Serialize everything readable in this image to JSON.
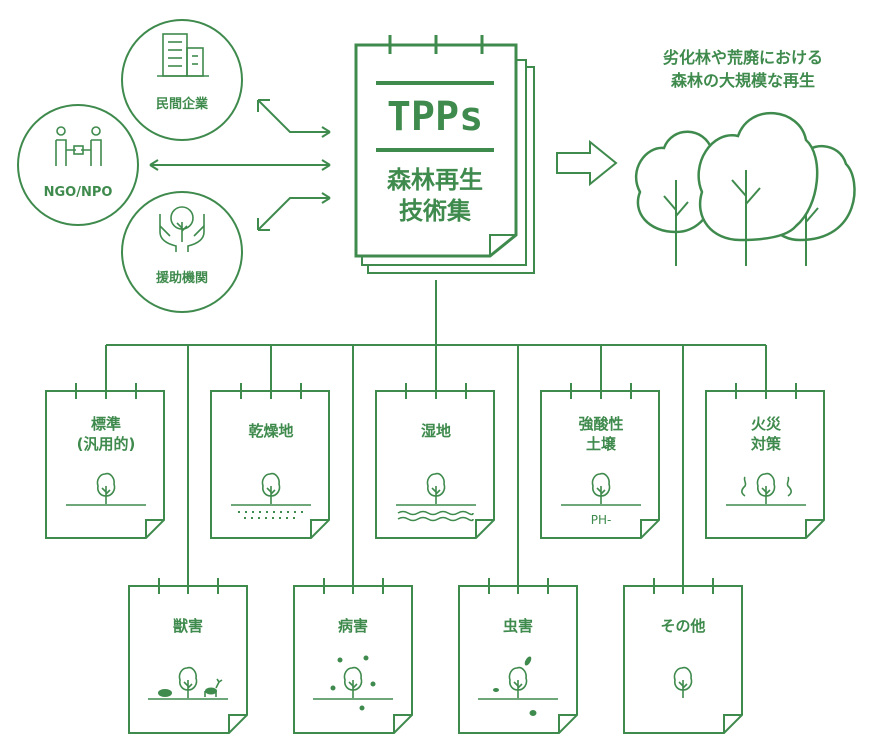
{
  "colors": {
    "primary": "#3f8a4d",
    "background": "#ffffff"
  },
  "actors": [
    {
      "name": "民間企業",
      "icon": "building-icon"
    },
    {
      "name": "NGO/NPO",
      "icon": "people-meeting-icon"
    },
    {
      "name": "援助機関",
      "icon": "hands-tree-icon"
    }
  ],
  "book": {
    "logo": "TPPs",
    "title_line1": "森林再生",
    "title_line2": "技術集"
  },
  "outcome": {
    "line1": "劣化林や荒廃における",
    "line2": "森林の大規模な再生",
    "icon": "forest-icon"
  },
  "categories_top": [
    {
      "line1": "標準",
      "line2": "(汎用的)",
      "icon": "sapling-icon"
    },
    {
      "line1": "乾燥地",
      "line2": "",
      "icon": "sapling-dry-ground-icon"
    },
    {
      "line1": "湿地",
      "line2": "",
      "icon": "sapling-wet-ground-icon"
    },
    {
      "line1": "強酸性",
      "line2": "土壌",
      "icon": "sapling-acid-soil-icon",
      "note": "PH-"
    },
    {
      "line1": "火災",
      "line2": "対策",
      "icon": "sapling-fire-icon"
    }
  ],
  "categories_bottom": [
    {
      "line1": "獣害",
      "icon": "sapling-animals-icon"
    },
    {
      "line1": "病害",
      "icon": "sapling-disease-icon"
    },
    {
      "line1": "虫害",
      "icon": "sapling-insects-icon"
    },
    {
      "line1": "その他",
      "icon": "sapling-icon"
    }
  ]
}
